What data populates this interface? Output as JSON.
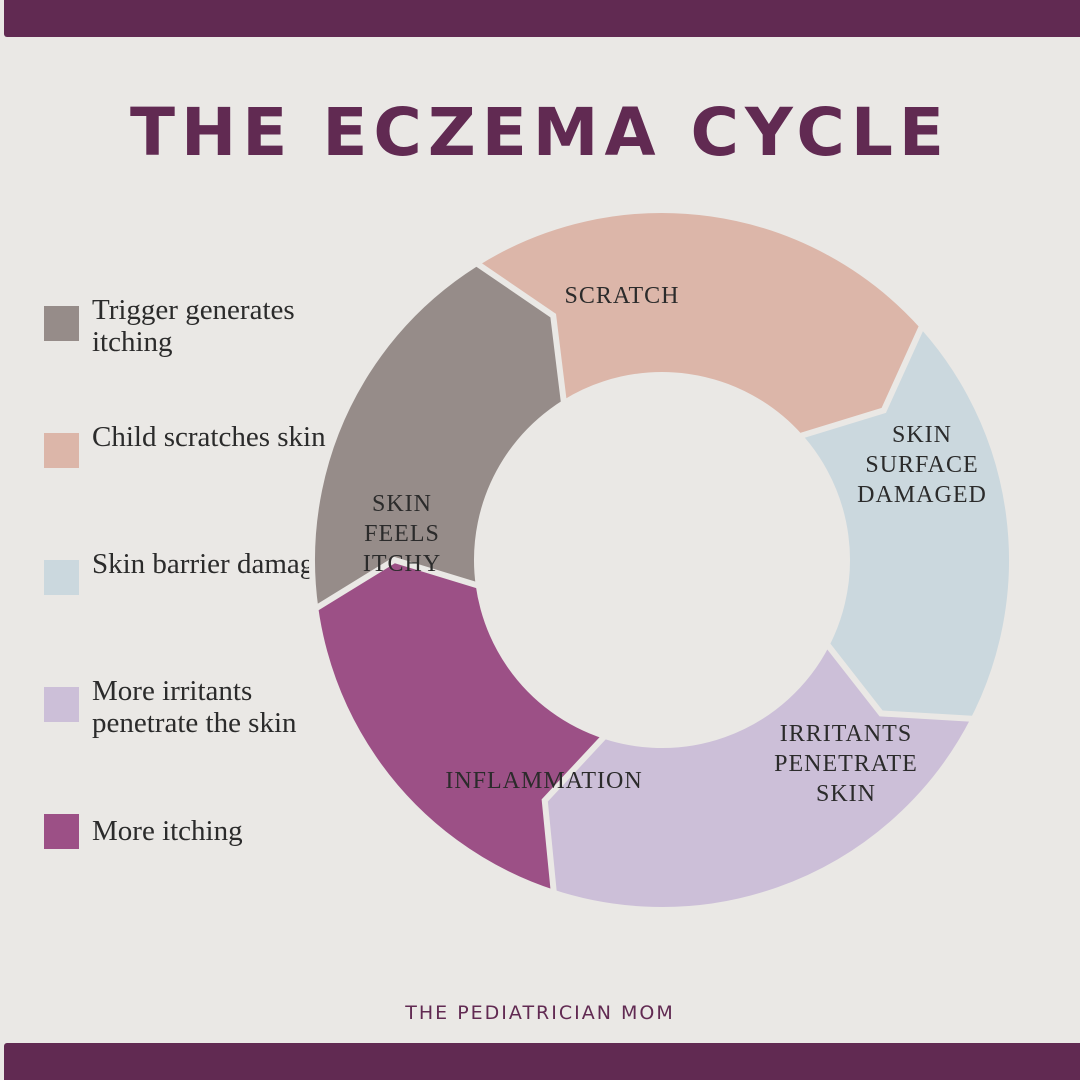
{
  "title": "THE ECZEMA CYCLE",
  "footer": "THE PEDIATRICIAN MOM",
  "colors": {
    "brand": "#612a52",
    "background": "#eae8e5",
    "trigger": "#968c89",
    "scratch": "#dcb6a9",
    "damaged": "#cbd8de",
    "irritants": "#ccbfd8",
    "inflammation": "#9c5086"
  },
  "legend": [
    {
      "label": "Trigger generates itching",
      "color": "#968c89"
    },
    {
      "label": "Child scratches skin",
      "color": "#dcb6a9"
    },
    {
      "label": "Skin barrier damaged",
      "color": "#cbd8de"
    },
    {
      "label": "More irritants penetrate the skin",
      "color": "#ccbfd8"
    },
    {
      "label": "More itching",
      "color": "#9c5086"
    }
  ],
  "cycle": [
    {
      "label_lines": [
        "SCRATCH"
      ],
      "color": "#dcb6a9"
    },
    {
      "label_lines": [
        "SKIN",
        "SURFACE",
        "DAMAGED"
      ],
      "color": "#cbd8de"
    },
    {
      "label_lines": [
        "IRRITANTS",
        "PENETRATE",
        "SKIN"
      ],
      "color": "#ccbfd8"
    },
    {
      "label_lines": [
        "INFLAMMATION"
      ],
      "color": "#9c5086"
    },
    {
      "label_lines": [
        "SKIN",
        "FEELS",
        "ITCHY"
      ],
      "color": "#968c89"
    }
  ]
}
